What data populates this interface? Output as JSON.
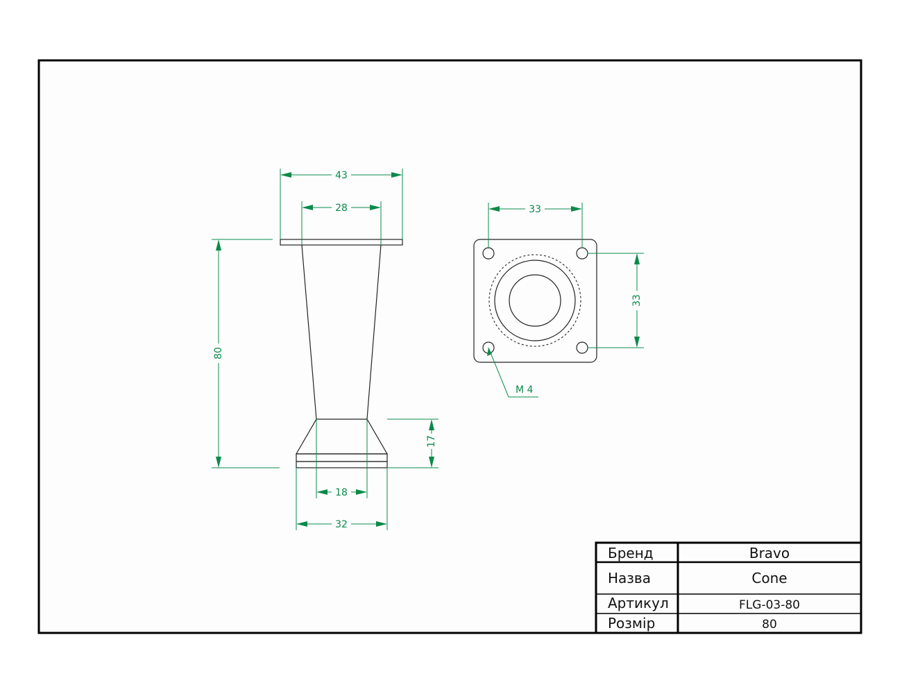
{
  "drawing": {
    "front_view": {
      "dimensions": {
        "top_outer": "43",
        "top_inner": "28",
        "height": "80",
        "foot_height": "17",
        "bottom_inner": "18",
        "bottom_outer": "32"
      }
    },
    "top_view": {
      "dimensions": {
        "hole_spacing_x": "33",
        "hole_spacing_y": "33"
      },
      "thread_label": "M 4"
    }
  },
  "title_block": {
    "rows": [
      {
        "label": "Бренд",
        "value": "Bravo"
      },
      {
        "label": "Назва",
        "value": "Cone"
      },
      {
        "label": "Артикул",
        "value": "FLG-03-80"
      },
      {
        "label": "Розмір",
        "value": "80"
      }
    ]
  },
  "colors": {
    "dimension": "#0a8a4a",
    "object": "#222222",
    "frame": "#000000"
  }
}
